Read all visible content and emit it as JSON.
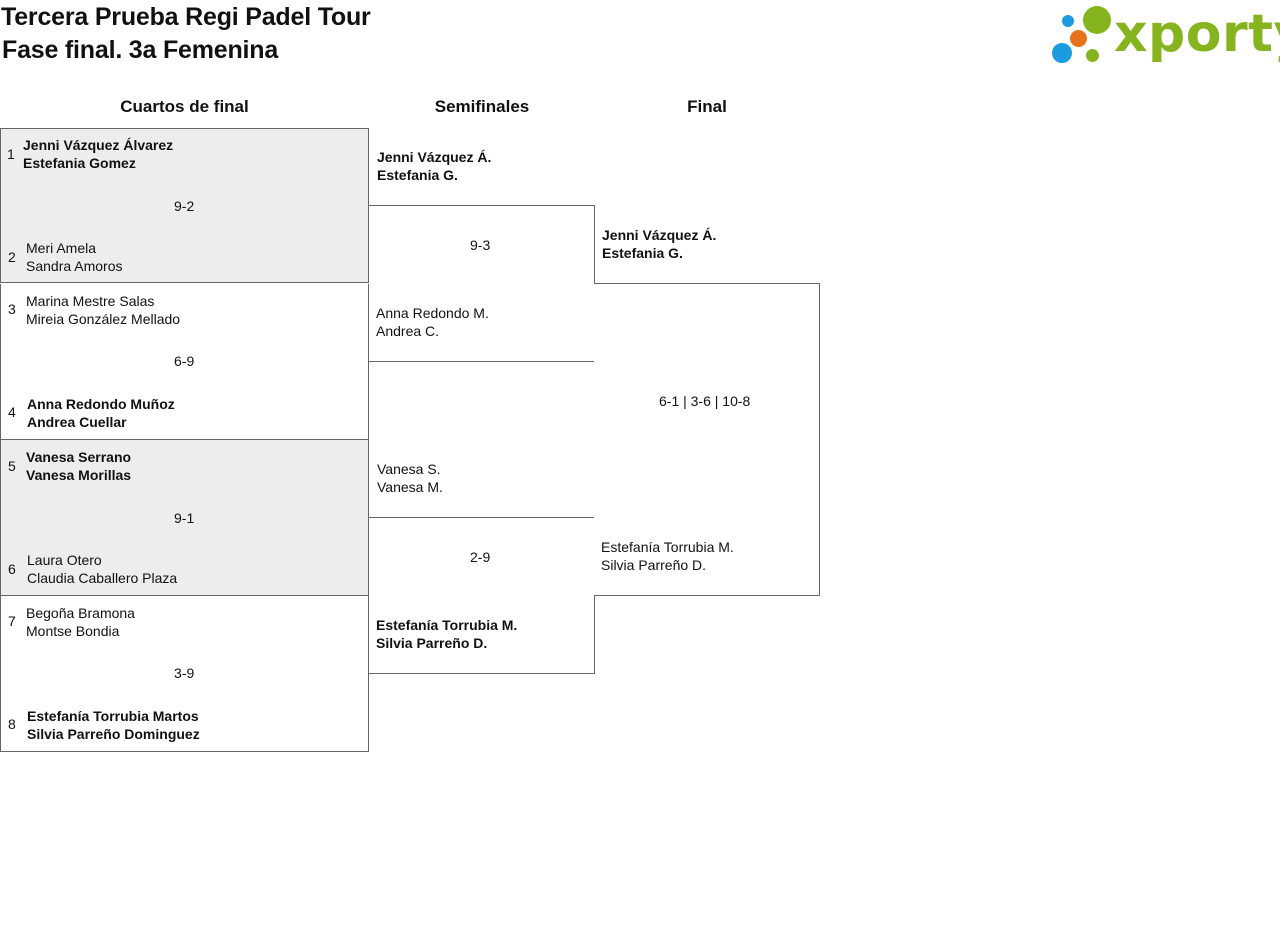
{
  "header": {
    "title_line1": "Tercera Prueba Regi Padel Tour",
    "title_line2": "Fase final. 3a Femenina",
    "logo_text": "xporty",
    "logo_colors": {
      "green": "#86b41f",
      "blue": "#1b9be0",
      "orange": "#e6731a"
    }
  },
  "columns": {
    "quarterfinals": "Cuartos de final",
    "semifinals": "Semifinales",
    "final": "Final"
  },
  "quarterfinals": [
    {
      "score": "9-2",
      "team_a": {
        "seed": "1",
        "p1": "Jenni Vázquez Álvarez",
        "p2": "Estefania Gomez"
      },
      "team_b": {
        "seed": "2",
        "p1": "Meri Amela",
        "p2": "Sandra Amoros"
      }
    },
    {
      "score": "6-9",
      "team_a": {
        "seed": "3",
        "p1": "Marina Mestre Salas",
        "p2": "Mireia González Mellado"
      },
      "team_b": {
        "seed": "4",
        "p1": "Anna Redondo Muñoz",
        "p2": "Andrea Cuellar"
      }
    },
    {
      "score": "9-1",
      "team_a": {
        "seed": "5",
        "p1": "Vanesa Serrano",
        "p2": "Vanesa Morillas"
      },
      "team_b": {
        "seed": "6",
        "p1": "Laura Otero",
        "p2": "Claudia Caballero Plaza"
      }
    },
    {
      "score": "3-9",
      "team_a": {
        "seed": "7",
        "p1": "Begoña Bramona",
        "p2": "Montse Bondia"
      },
      "team_b": {
        "seed": "8",
        "p1": "Estefanía Torrubia Martos",
        "p2": "Silvia Parreño Dominguez"
      }
    }
  ],
  "semifinals": [
    {
      "score": "9-3",
      "team_a": {
        "p1": "Jenni Vázquez Á.",
        "p2": "Estefania G."
      },
      "team_b": {
        "p1": "Anna Redondo M.",
        "p2": "Andrea C."
      }
    },
    {
      "score": "2-9",
      "team_a": {
        "p1": "Vanesa S.",
        "p2": "Vanesa M."
      },
      "team_b": {
        "p1": "Estefanía Torrubia M.",
        "p2": "Silvia Parreño D."
      }
    }
  ],
  "final": {
    "score": "6-1 | 3-6 | 10-8",
    "team_a": {
      "p1": "Jenni Vázquez Á.",
      "p2": "Estefania G."
    },
    "team_b": {
      "p1": "Estefanía Torrubia M.",
      "p2": "Silvia Parreño D."
    }
  }
}
